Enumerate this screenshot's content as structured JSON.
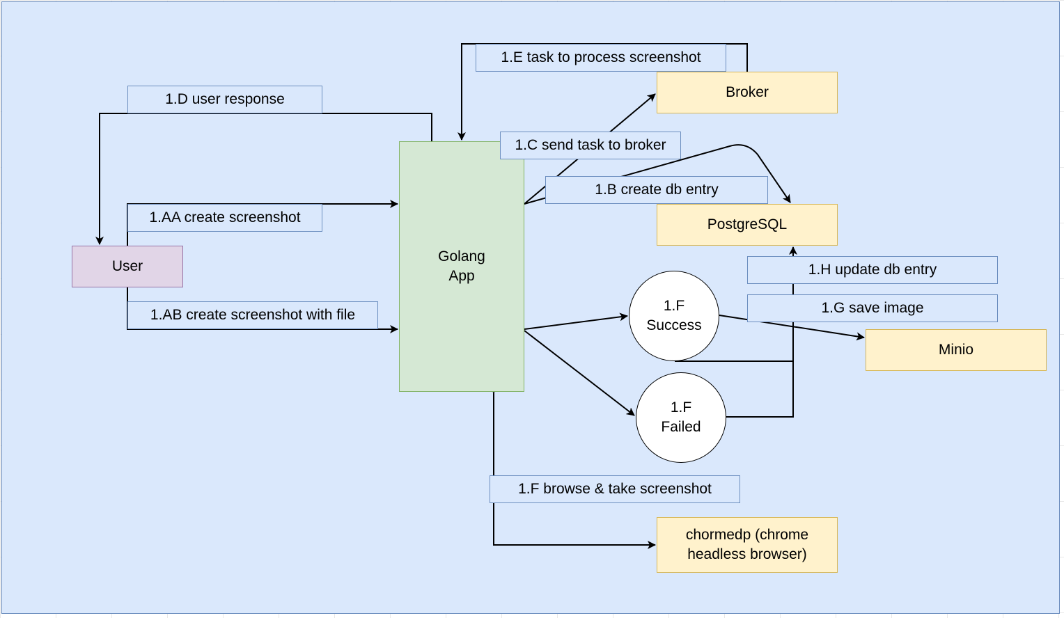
{
  "nodes": {
    "user": "User",
    "golang_app": "Golang\nApp",
    "broker": "Broker",
    "postgresql": "PostgreSQL",
    "minio": "Minio",
    "chromedp": "chormedp (chrome\nheadless browser)",
    "success": "1.F\nSuccess",
    "failed": "1.F\nFailed"
  },
  "edge_labels": {
    "e1_aa": "1.AA create screenshot",
    "e1_ab": "1.AB create screenshot with file",
    "e1_b": "1.B create db entry",
    "e1_c": "1.C send task to broker",
    "e1_d": "1.D user response",
    "e1_e": "1.E task to process screenshot",
    "e1_f": "1.F browse & take screenshot",
    "e1_g": "1.G save image",
    "e1_h": "1.H update db entry"
  },
  "colors": {
    "canvas_fill": "#dae8fc",
    "canvas_stroke": "#6c8ebf",
    "service_fill": "#fff2cc",
    "service_stroke": "#d6b656",
    "app_fill": "#d5e8d4",
    "app_stroke": "#82b366",
    "user_fill": "#e1d5e7",
    "user_stroke": "#9673a6",
    "edge": "#000000"
  }
}
